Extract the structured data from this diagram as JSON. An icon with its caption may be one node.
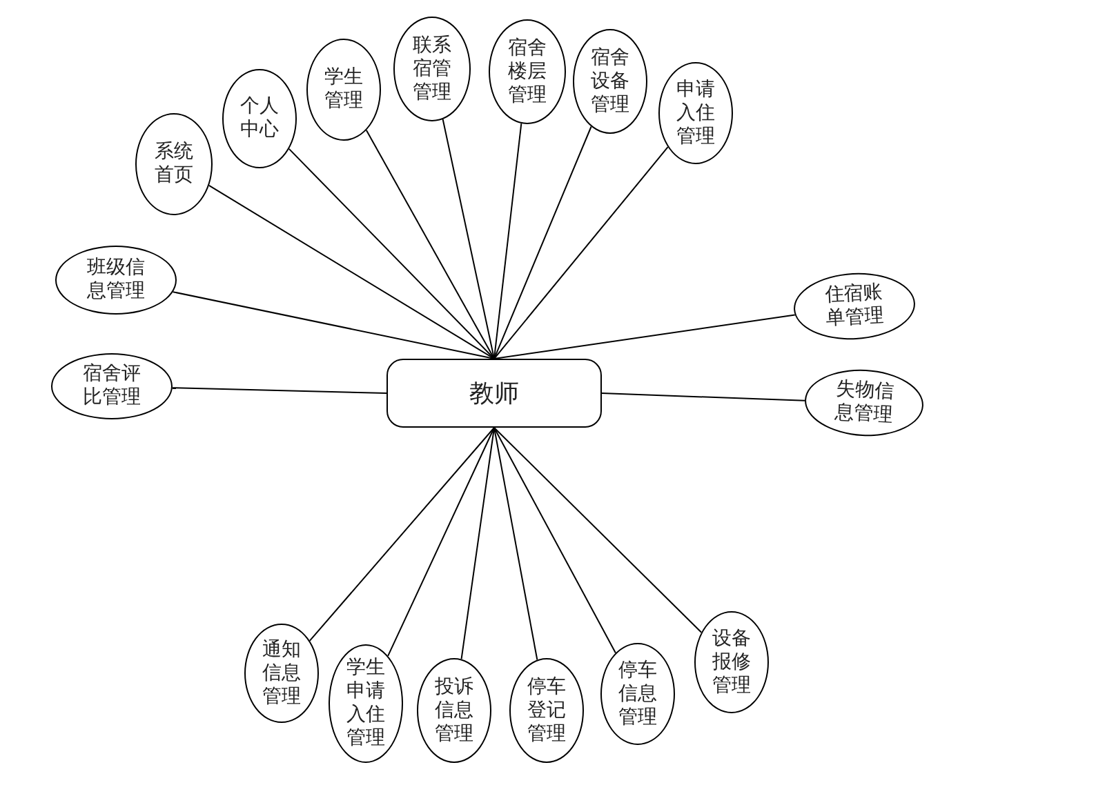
{
  "diagram": {
    "nodes": [
      {
        "text": [
          "教师"
        ]
      },
      {
        "text": [
          "系统首页"
        ]
      },
      {
        "text": [
          "个人中心"
        ]
      },
      {
        "text": [
          "学生管理"
        ]
      },
      {
        "text": [
          "联系宿管管理"
        ]
      },
      {
        "text": [
          "宿舍楼层管理"
        ]
      },
      {
        "text": [
          "宿舍设备管理"
        ]
      },
      {
        "text": [
          "申请入住管理"
        ]
      },
      {
        "text": [
          "班级信息管理"
        ]
      },
      {
        "text": [
          "宿舍评比管理"
        ]
      },
      {
        "text": [
          "住宿账单管理"
        ]
      },
      {
        "text": [
          "失物信息管理"
        ]
      },
      {
        "text": [
          "通知信息管理"
        ]
      },
      {
        "text": [
          "学生申请入住管理"
        ]
      },
      {
        "text": [
          "投诉信息管理"
        ]
      },
      {
        "text": [
          "停车登记管理"
        ]
      },
      {
        "text": [
          "停车信息管理"
        ]
      },
      {
        "text": [
          "设备报修管理"
        ]
      }
    ],
    "edges": [
      {
        "from": 0,
        "to": 1,
        "arrow": "none"
      },
      {
        "from": 0,
        "to": 2,
        "arrow": "none"
      },
      {
        "from": 0,
        "to": 3,
        "arrow": "none"
      },
      {
        "from": 0,
        "to": 4,
        "arrow": "none"
      },
      {
        "from": 0,
        "to": 5,
        "arrow": "none"
      },
      {
        "from": 0,
        "to": 6,
        "arrow": "none"
      },
      {
        "from": 0,
        "to": 7,
        "arrow": "none"
      },
      {
        "from": 0,
        "to": 8,
        "arrow": "none"
      },
      {
        "from": 0,
        "to": 9,
        "arrow": "none"
      },
      {
        "from": 0,
        "to": 10,
        "arrow": "none"
      },
      {
        "from": 0,
        "to": 11,
        "arrow": "none"
      },
      {
        "from": 0,
        "to": 12,
        "arrow": "none"
      },
      {
        "from": 0,
        "to": 13,
        "arrow": "none"
      },
      {
        "from": 0,
        "to": 14,
        "arrow": "none"
      },
      {
        "from": 0,
        "to": 15,
        "arrow": "none"
      },
      {
        "from": 0,
        "to": 16,
        "arrow": "none"
      },
      {
        "from": 0,
        "to": 17,
        "arrow": "none"
      }
    ]
  }
}
